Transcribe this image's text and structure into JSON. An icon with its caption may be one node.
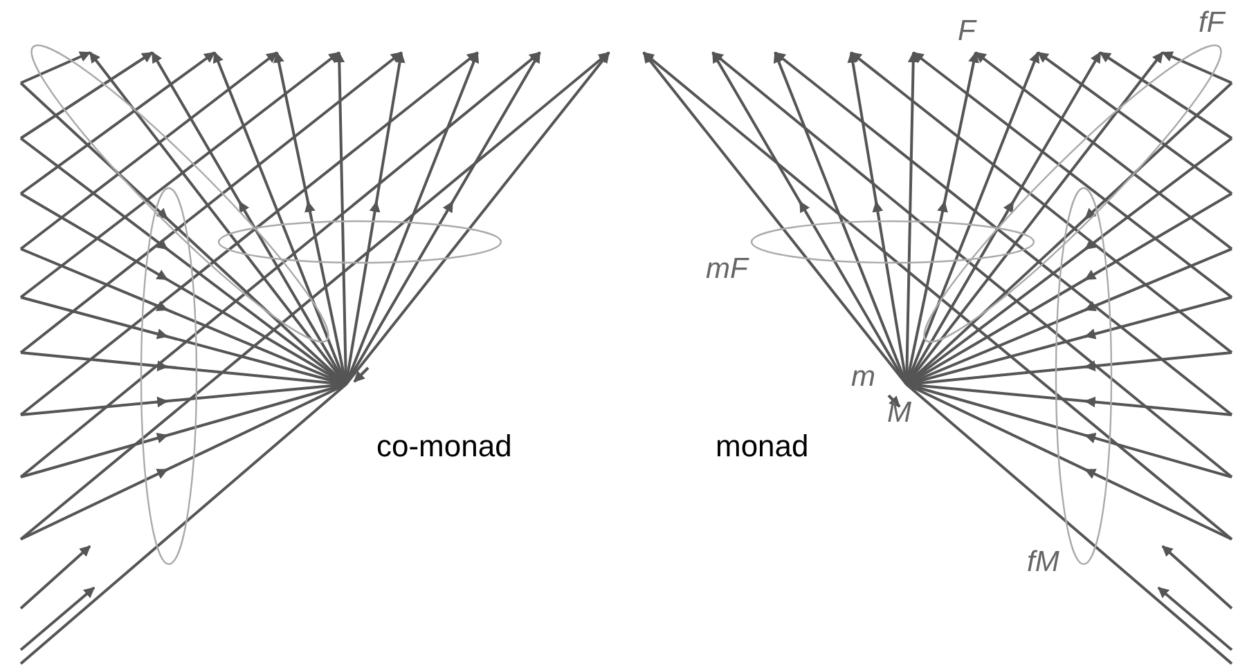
{
  "diagram": {
    "labels": [
      "F",
      "fF",
      "mF",
      "m",
      "M",
      "co-monad",
      "monad",
      "fM"
    ]
  }
}
